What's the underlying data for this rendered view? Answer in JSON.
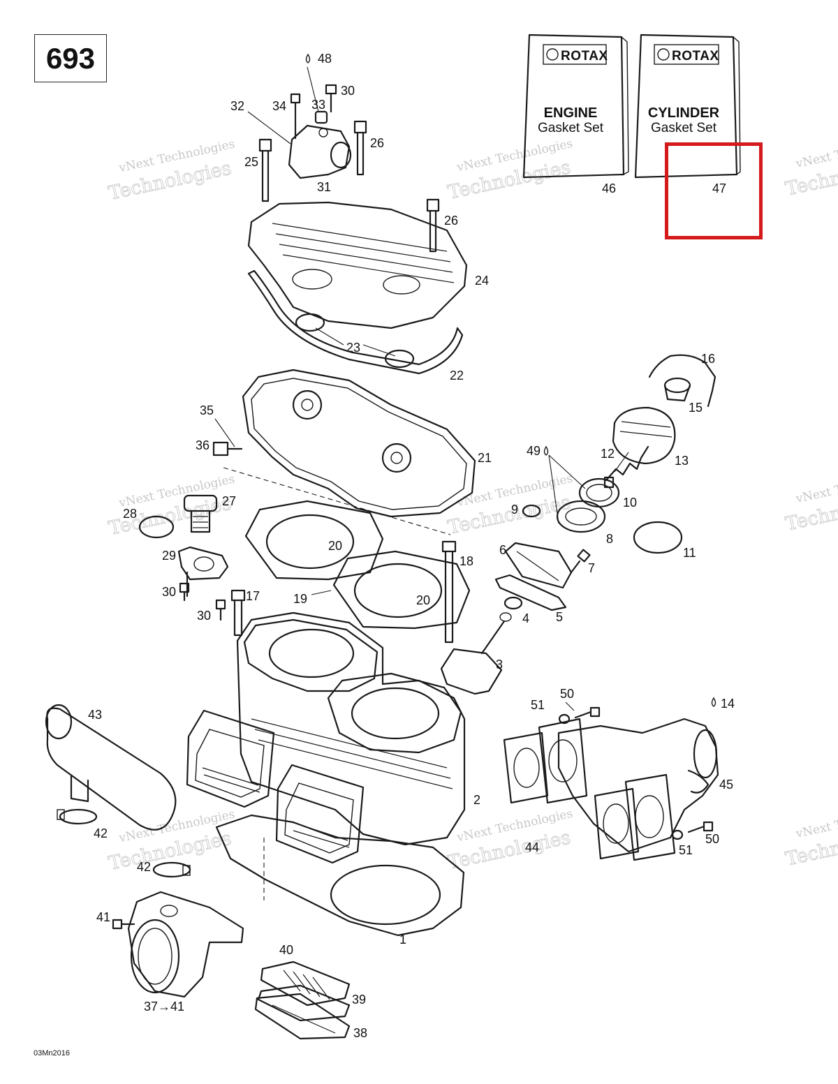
{
  "diagram_number": "693",
  "footer_code": "03Mn2016",
  "highlight_color": "#d41a1a",
  "watermark": {
    "line1": "vNext Technologies",
    "line2": "Technologies"
  },
  "kits": [
    {
      "brand": "ROTAX",
      "title": "ENGINE",
      "subtitle": "Gasket Set",
      "ref": "46"
    },
    {
      "brand": "ROTAX",
      "title": "CYLINDER",
      "subtitle": "Gasket Set",
      "ref": "47"
    }
  ],
  "callouts": {
    "c1": "1",
    "c2": "2",
    "c3": "3",
    "c4": "4",
    "c5": "5",
    "c6": "6",
    "c7": "7",
    "c8": "8",
    "c9": "9",
    "c10": "10",
    "c11": "11",
    "c12": "12",
    "c13": "13",
    "c14": "14",
    "c15": "15",
    "c16": "16",
    "c17": "17",
    "c18": "18",
    "c19": "19",
    "c20a": "20",
    "c20b": "20",
    "c21": "21",
    "c22": "22",
    "c23": "23",
    "c24": "24",
    "c25": "25",
    "c26a": "26",
    "c26b": "26",
    "c27": "27",
    "c28": "28",
    "c29": "29",
    "c30a": "30",
    "c30b": "30",
    "c30c": "30",
    "c31": "31",
    "c32": "32",
    "c33": "33",
    "c34": "34",
    "c35": "35",
    "c36": "36",
    "c37_41": "37→41",
    "c38": "38",
    "c39": "39",
    "c40": "40",
    "c41": "41",
    "c42a": "42",
    "c42b": "42",
    "c43": "43",
    "c44": "44",
    "c45": "45",
    "c48": "48",
    "c49": "49",
    "c50a": "50",
    "c50b": "50",
    "c51a": "51",
    "c51b": "51"
  }
}
